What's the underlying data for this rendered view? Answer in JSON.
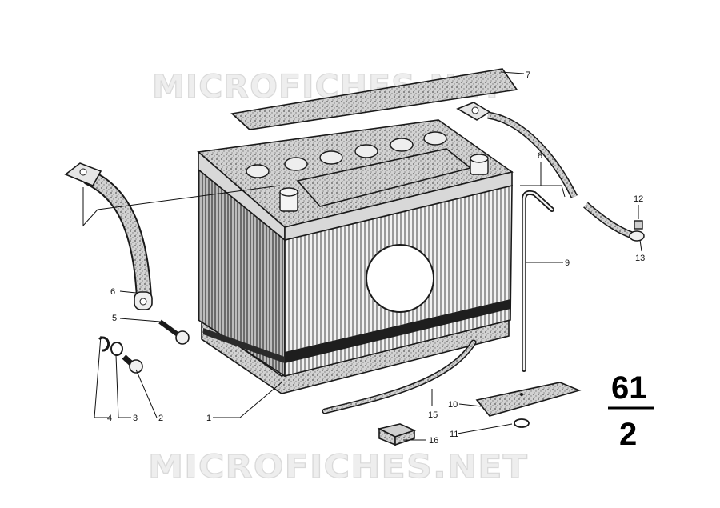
{
  "watermark": {
    "text": "MICROFICHES.NET"
  },
  "section": {
    "number": "61",
    "page": "2"
  },
  "callouts": {
    "c1": "1",
    "c2": "2",
    "c3": "3",
    "c4": "4",
    "c5": "5",
    "c6": "6",
    "c7": "7",
    "c8": "8",
    "c9": "9",
    "c10": "10",
    "c11": "11",
    "c12": "12",
    "c13": "13",
    "c15": "15",
    "c16": "16"
  },
  "colors": {
    "ink": "#1a1a1a",
    "paper": "#ffffff",
    "watermark": "#d9d9d9",
    "speckle": "#8c8c8c"
  }
}
